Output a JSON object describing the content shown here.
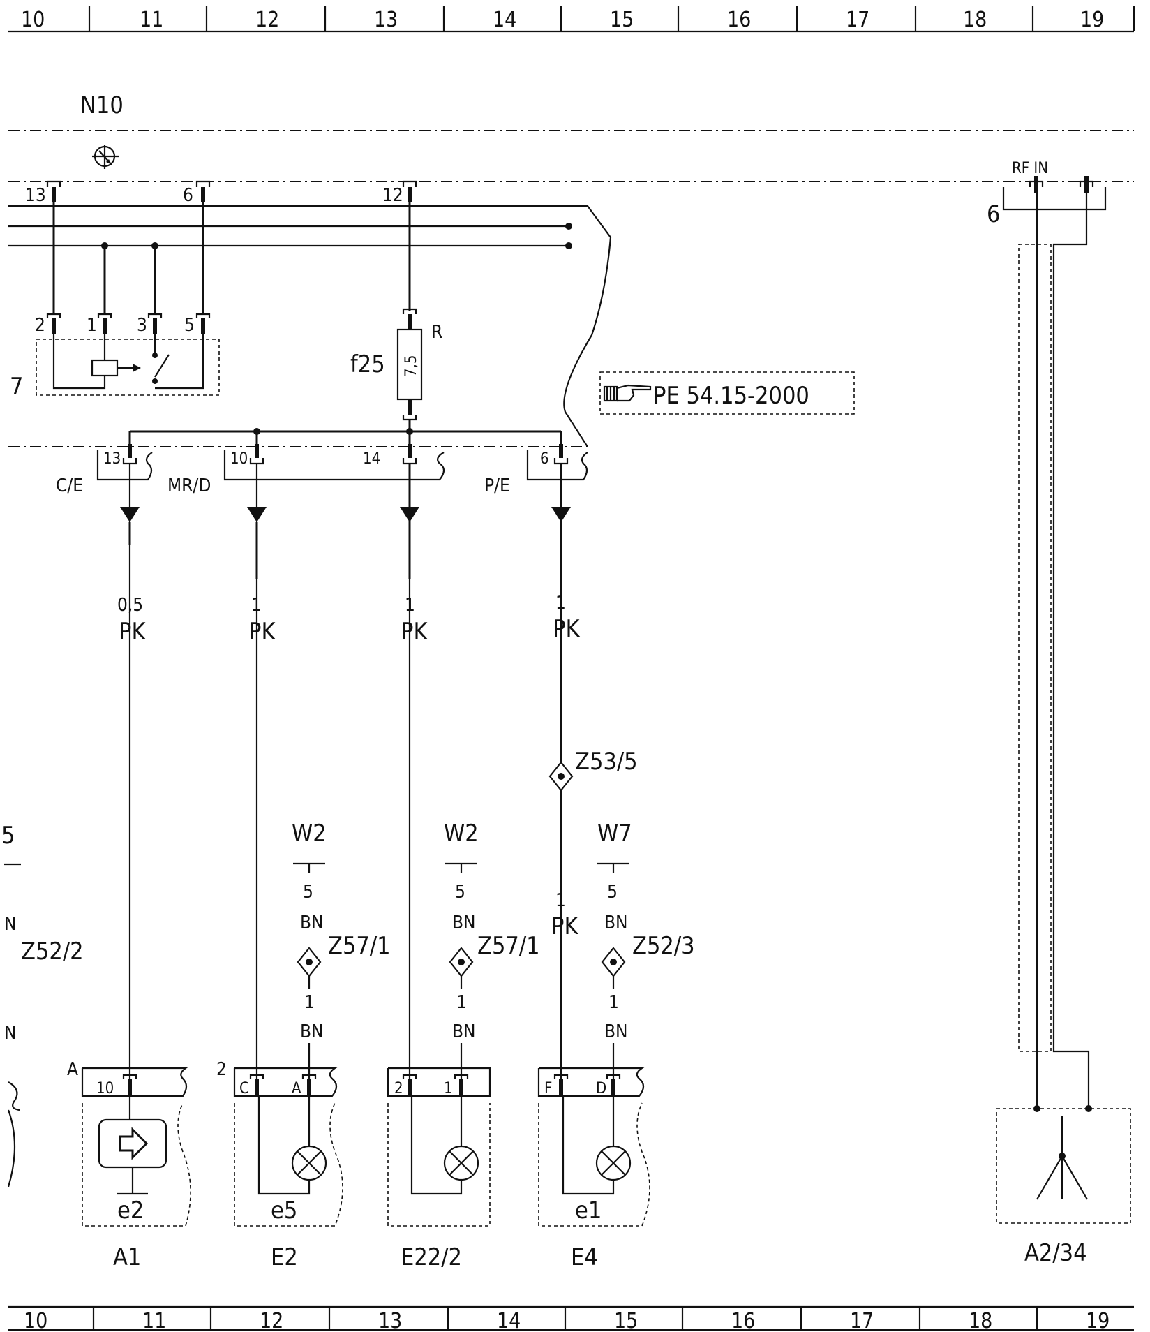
{
  "grid_columns": [
    "10",
    "11",
    "12",
    "13",
    "14",
    "15",
    "16",
    "17",
    "18",
    "19"
  ],
  "module": {
    "name": "N10",
    "top_pins": [
      "13",
      "6",
      "12"
    ],
    "relay_pins": [
      "2",
      "1",
      "3",
      "5"
    ],
    "relay_ref": "7",
    "fuse": {
      "name": "f25",
      "rating": "7,5",
      "side": "R"
    },
    "reference": "PE 54.15-2000",
    "connectors": [
      {
        "code": "C/E",
        "pin": "13"
      },
      {
        "code": "MR/D",
        "pin": "10"
      },
      {
        "code": "",
        "pin": "14"
      },
      {
        "code": "P/E",
        "pin": "6"
      }
    ]
  },
  "wires": [
    {
      "size": "0,5",
      "color": "PK"
    },
    {
      "size": "1",
      "color": "PK"
    },
    {
      "size": "1",
      "color": "PK"
    },
    {
      "size": "1",
      "color": "PK"
    }
  ],
  "splice_z53": "Z53/5",
  "after_splice_wire": {
    "size": "1",
    "color": "PK"
  },
  "grounds": [
    {
      "label": "W2",
      "pin": "5",
      "color": "BN",
      "splice": "Z57/1",
      "size": "1",
      "color2": "BN"
    },
    {
      "label": "W2",
      "pin": "5",
      "color": "BN",
      "splice": "Z57/1",
      "size": "1",
      "color2": "BN"
    },
    {
      "label": "W7",
      "pin": "5",
      "color": "BN",
      "splice": "Z52/3",
      "size": "1",
      "color2": "BN"
    }
  ],
  "left_partial": {
    "top": "5",
    "color": "N",
    "splice": "Z52/2",
    "color2": "N"
  },
  "components": [
    {
      "name": "A1",
      "sub": "e2",
      "connector": "A",
      "pins": [
        "10"
      ]
    },
    {
      "name": "E2",
      "sub": "e5",
      "connector": "2",
      "pins": [
        "C",
        "A"
      ]
    },
    {
      "name": "E22/2",
      "sub": "",
      "connector": "",
      "pins": [
        "2",
        "1"
      ]
    },
    {
      "name": "E4",
      "sub": "e1",
      "connector": "",
      "pins": [
        "F",
        "D"
      ]
    }
  ],
  "antenna": {
    "name": "A2/34",
    "pin_label": "RF IN",
    "connector": "6"
  }
}
